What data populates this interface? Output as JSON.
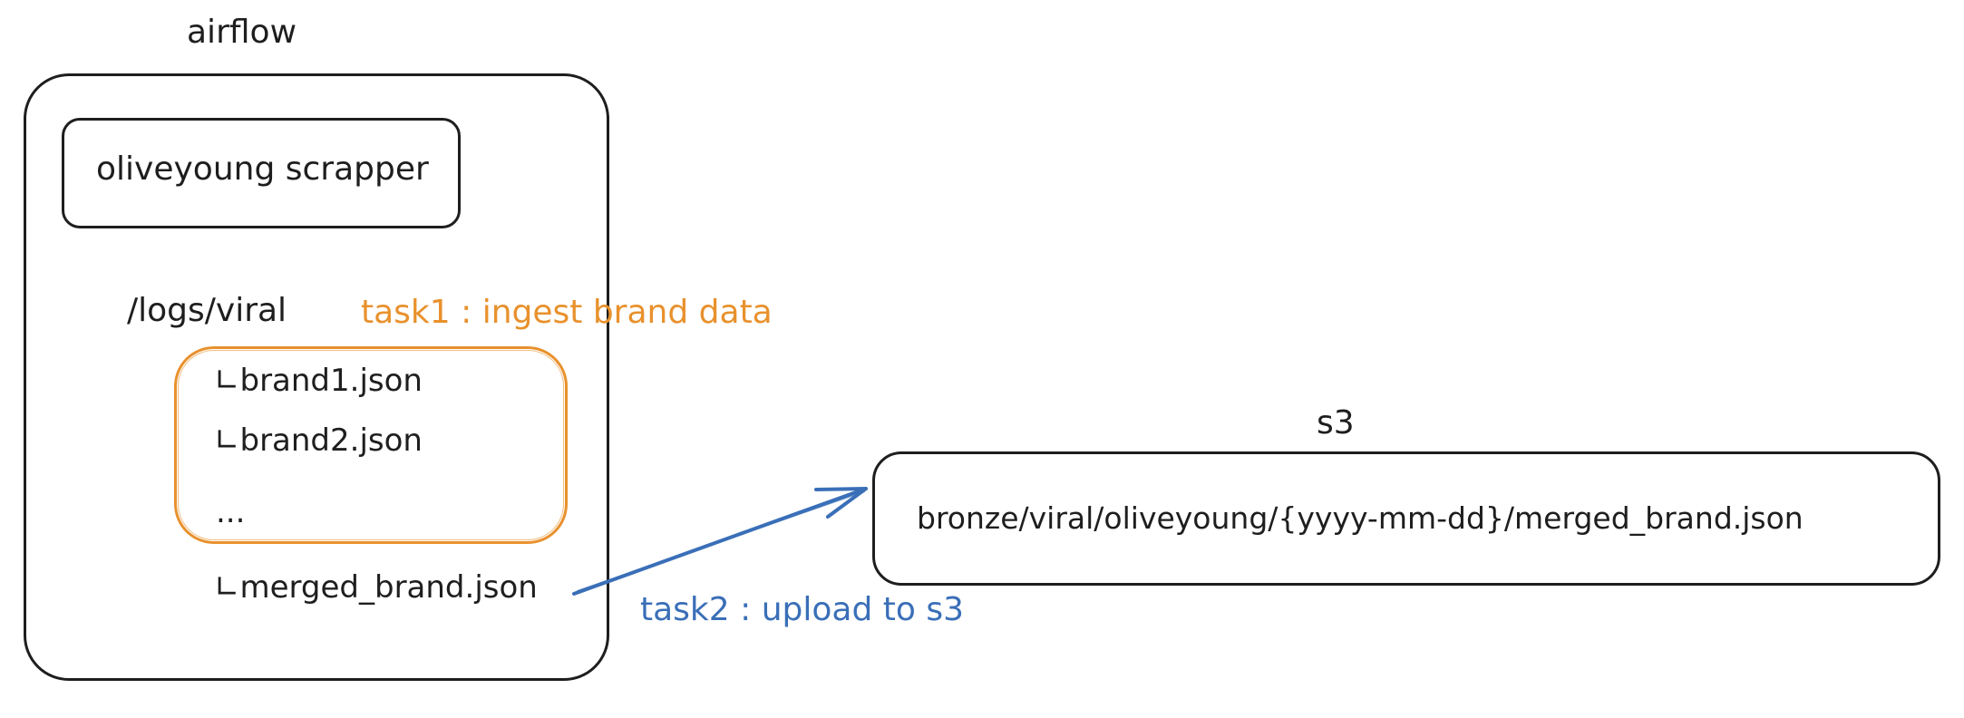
{
  "colors": {
    "ink": "#1e1e1e",
    "task1": "#e8912d",
    "task2": "#3a6fb8"
  },
  "airflow": {
    "title": "airflow",
    "scrapper_label": "oliveyoung scrapper",
    "logs_path": "/logs/viral",
    "task1_label": "task1 : ingest brand data",
    "files": [
      "∟brand1.json",
      "∟brand2.json",
      "..."
    ],
    "merged_file": "∟merged_brand.json"
  },
  "s3": {
    "title": "s3",
    "path": "bronze/viral/oliveyoung/{yyyy-mm-dd}/merged_brand.json"
  },
  "task2_label": "task2 : upload to s3"
}
